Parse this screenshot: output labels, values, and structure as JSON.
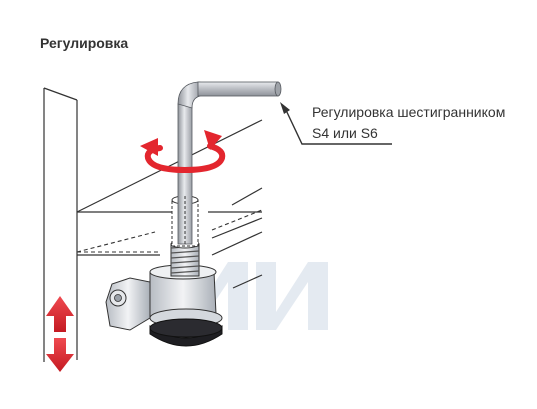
{
  "header": {
    "title": "Регулировка"
  },
  "callout": {
    "line1": "Регулировка шестигранником",
    "line2": "S4 или S6"
  },
  "colors": {
    "accent_red": "#e3262e",
    "line": "#333333",
    "steel": "#c9ccd1",
    "watermark": "#dfe6ef"
  }
}
